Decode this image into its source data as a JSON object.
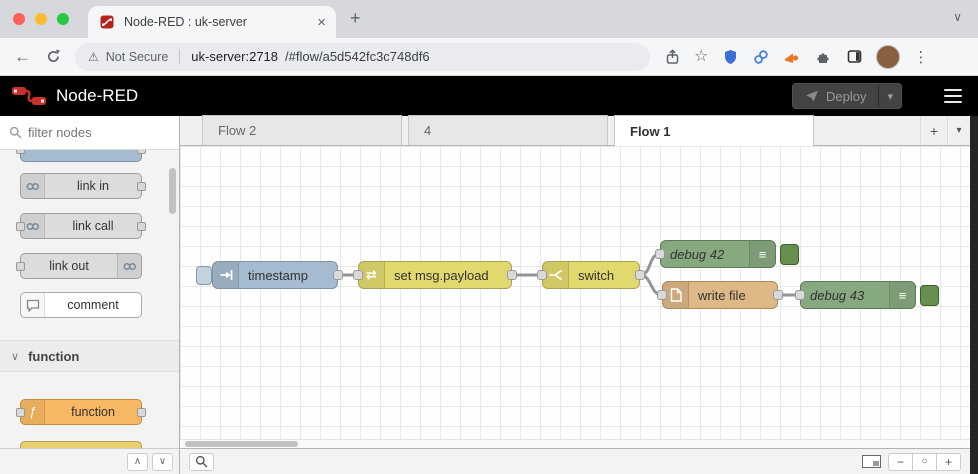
{
  "browser": {
    "tab": {
      "title": "Node-RED : uk-server"
    },
    "address": {
      "security": "Not Secure",
      "host": "uk-server:2718",
      "path": "/#flow/a5d542fc3c748df6"
    }
  },
  "header": {
    "brand": "Node-RED",
    "deploy": "Deploy"
  },
  "palette": {
    "search_placeholder": "filter nodes",
    "items": [
      {
        "label": "link in"
      },
      {
        "label": "link call"
      },
      {
        "label": "link out"
      },
      {
        "label": "comment"
      }
    ],
    "category": "function",
    "category_items": [
      {
        "label": "function"
      }
    ]
  },
  "tabs": {
    "items": [
      {
        "label": "Flow 2"
      },
      {
        "label": "4"
      },
      {
        "label": "Flow 1"
      }
    ],
    "active": "Flow 1"
  },
  "flow": {
    "nodes": [
      {
        "label": "timestamp",
        "type": "inject"
      },
      {
        "label": "set msg.payload",
        "type": "change"
      },
      {
        "label": "switch",
        "type": "switch"
      },
      {
        "label": "debug 42",
        "type": "debug"
      },
      {
        "label": "write file",
        "type": "file"
      },
      {
        "label": "debug 43",
        "type": "debug"
      }
    ]
  },
  "icons": {
    "close": "×",
    "new_tab": "+",
    "back": "←",
    "star": "☆",
    "kebab": "⋮",
    "warning": "⚠",
    "caret_down": "▾",
    "chevron_down": "∨",
    "plus": "+",
    "minus": "−",
    "circle": "○",
    "collapse_up": "∧",
    "collapse_down": "∨",
    "change_glyph": "⇄",
    "debug_glyph": "≡",
    "function_glyph": "ƒ"
  },
  "colors": {
    "inject": "#a6bbcf",
    "change": "#e2d96e",
    "switch": "#e2d96e",
    "debug": "#87a980",
    "file": "#deb887",
    "function": "#f7b763",
    "link": "#dcdcdc",
    "comment": "#ffffff",
    "brand_red": "#c7302b",
    "header_bg": "#000000",
    "wire": "#949494"
  }
}
